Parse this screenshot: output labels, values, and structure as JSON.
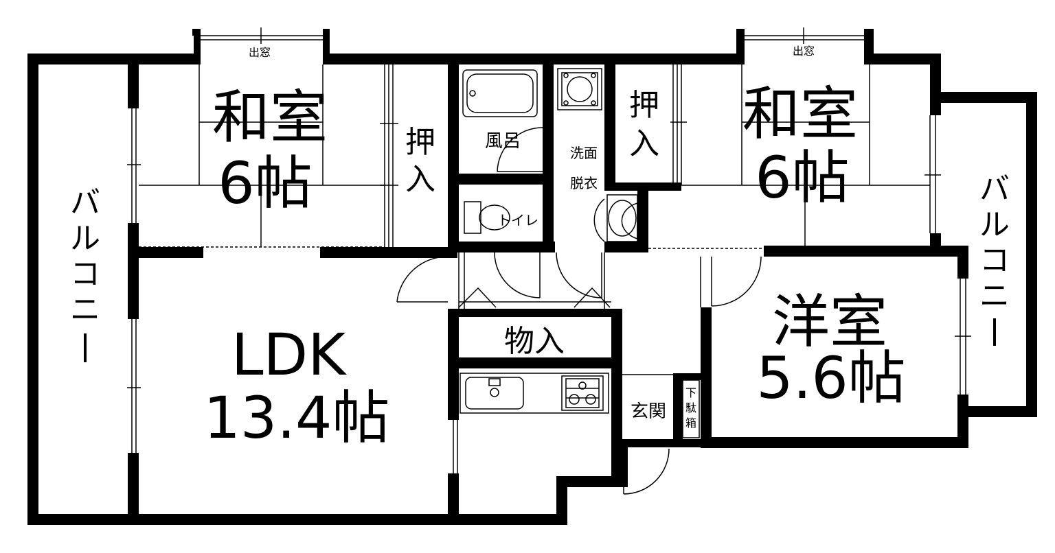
{
  "rooms": {
    "washitsu_left": {
      "name": "和室",
      "size": "6帖"
    },
    "washitsu_right": {
      "name": "和室",
      "size": "6帖"
    },
    "ldk": {
      "name": "LDK",
      "size": "13.4帖"
    },
    "yoshitsu": {
      "name": "洋室",
      "size": "5.6帖"
    }
  },
  "labels": {
    "demado_left": "出窓",
    "demado_right": "出窓",
    "oshiire_left": [
      "押",
      "入"
    ],
    "oshiire_right": [
      "押",
      "入"
    ],
    "furo": "風呂",
    "senmen": [
      "洗面",
      "脱衣"
    ],
    "toilet": "トイレ",
    "monoire": "物入",
    "genkan": "玄関",
    "getabako": [
      "下",
      "駄",
      "箱"
    ],
    "balcony_left": [
      "バ",
      "ル",
      "コ",
      "ニ",
      "ー"
    ],
    "balcony_right": [
      "バ",
      "ル",
      "コ",
      "ニ",
      "ー"
    ]
  }
}
